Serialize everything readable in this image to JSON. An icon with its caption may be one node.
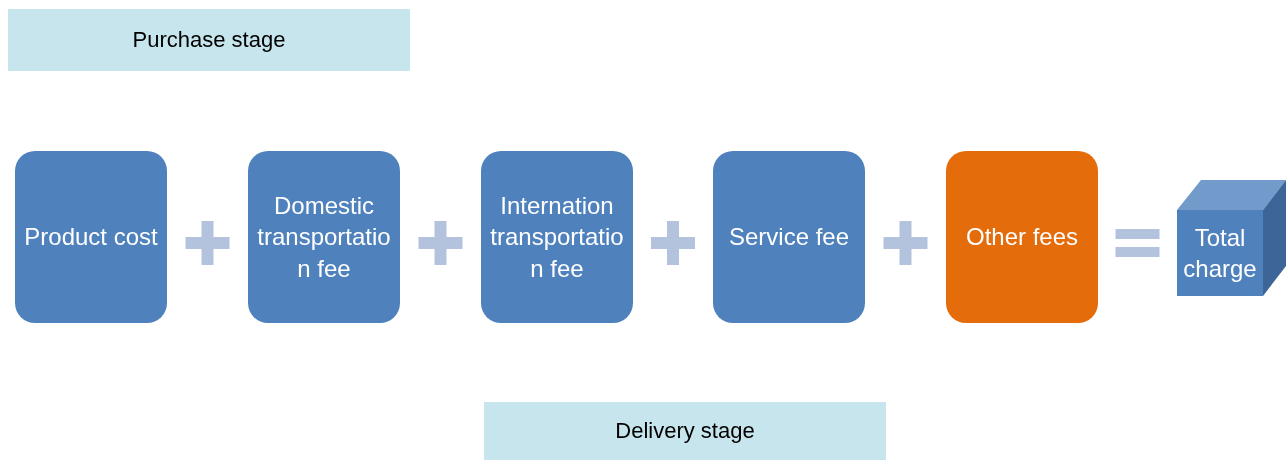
{
  "diagram": {
    "nodes": [
      {
        "text": [
          "Purchase stage"
        ]
      },
      {
        "text": [
          "Product cost"
        ]
      },
      {
        "text": [
          "Domestic transportation fee"
        ]
      },
      {
        "text": [
          "Internation transportation fee"
        ]
      },
      {
        "text": [
          "Service fee"
        ]
      },
      {
        "text": [
          "Other fees"
        ]
      },
      {
        "text": [
          "Total charge"
        ]
      },
      {
        "text": [
          "Delivery stage"
        ]
      }
    ]
  }
}
